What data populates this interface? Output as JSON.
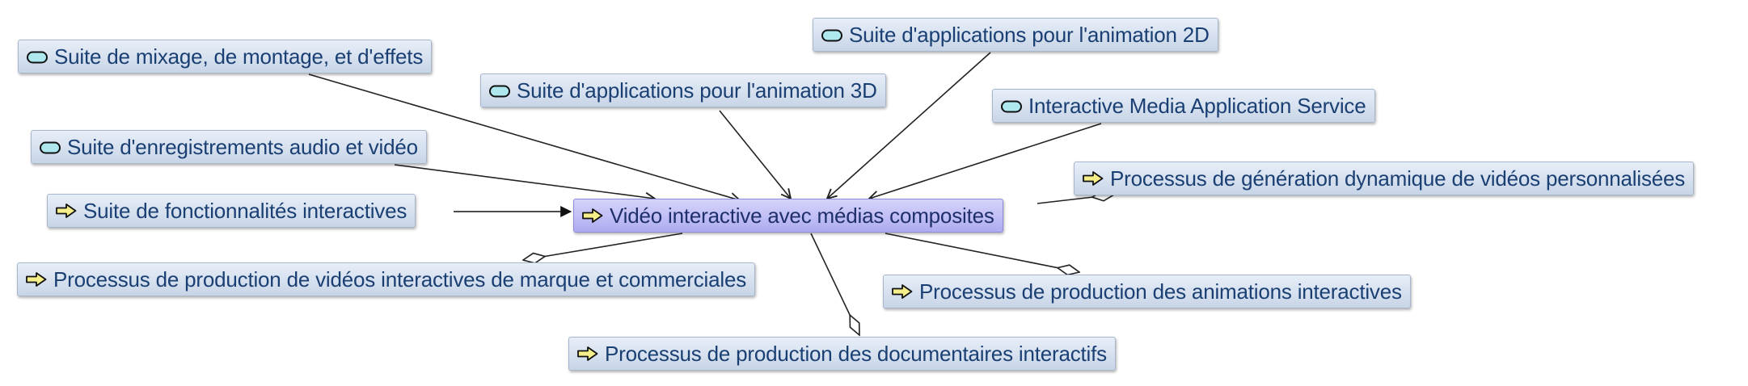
{
  "colors": {
    "node_fill_top": "#e7eef8",
    "node_fill_bottom": "#c8d5e7",
    "center_fill_top": "#d6d4fb",
    "center_fill_bottom": "#aeabef",
    "text": "#1a3f73",
    "edge": "#222222",
    "service_icon_fill": "#aee8ee",
    "process_icon_fill": "#f6ee88"
  },
  "center": {
    "label": "Vidéo interactive avec médias composites",
    "icon": "process-arrow-icon"
  },
  "services": [
    {
      "label": "Suite de mixage, de montage, et d'effets",
      "icon": "service-pill-icon"
    },
    {
      "label": "Suite d'enregistrements audio et vidéo",
      "icon": "service-pill-icon"
    },
    {
      "label": "Suite d'applications pour l'animation 3D",
      "icon": "service-pill-icon"
    },
    {
      "label": "Suite d'applications pour l'animation 2D",
      "icon": "service-pill-icon"
    },
    {
      "label": "Interactive Media Application Service",
      "icon": "service-pill-icon"
    }
  ],
  "functions": [
    {
      "label": "Suite de fonctionnalités interactives",
      "icon": "process-arrow-icon"
    }
  ],
  "processes": [
    {
      "label": "Processus de génération dynamique de vidéos personnalisées",
      "icon": "process-arrow-icon"
    },
    {
      "label": "Processus de production de vidéos interactives de marque et commerciales",
      "icon": "process-arrow-icon"
    },
    {
      "label": "Processus de production des animations interactives",
      "icon": "process-arrow-icon"
    },
    {
      "label": "Processus de production des documentaires interactifs",
      "icon": "process-arrow-icon"
    }
  ]
}
